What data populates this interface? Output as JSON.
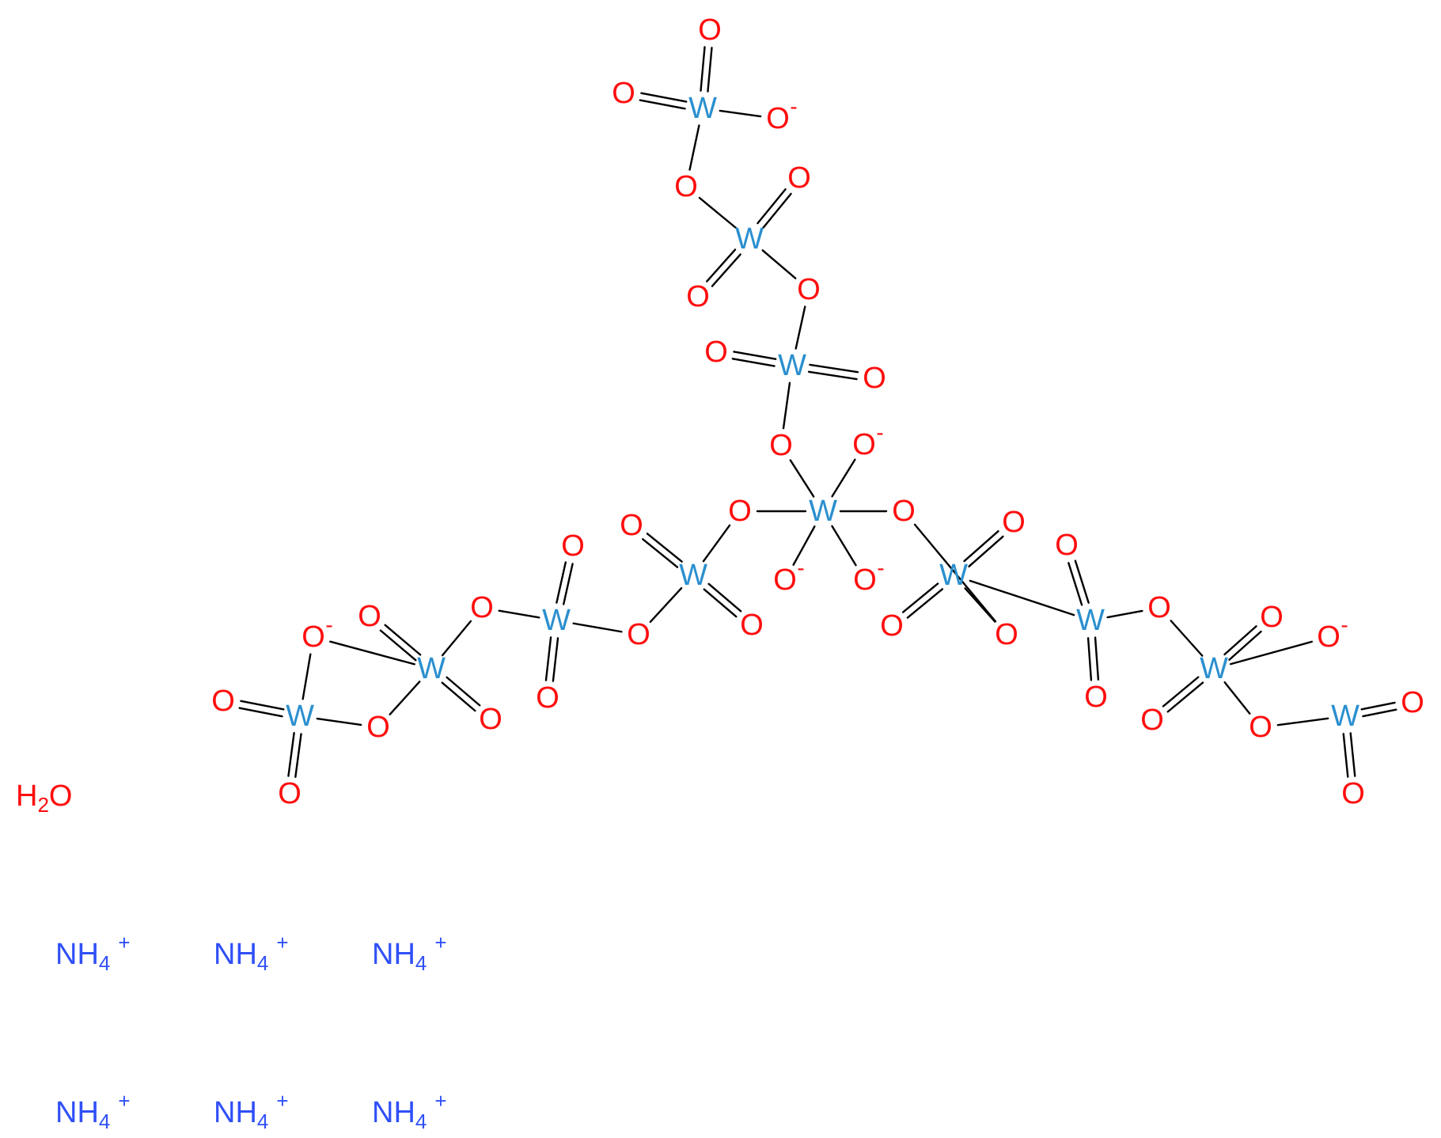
{
  "colors": {
    "W": "#2a8fcf",
    "O": "#ff0d0d",
    "N": "#3050f8",
    "bond": "#000000"
  },
  "molecule": {
    "atoms": [
      {
        "id": 1,
        "el": "W"
      },
      {
        "id": 2,
        "el": "O"
      },
      {
        "id": 3,
        "el": "O"
      },
      {
        "id": 4,
        "el": "O",
        "charge": "-"
      },
      {
        "id": 5,
        "el": "O"
      },
      {
        "id": 6,
        "el": "W"
      },
      {
        "id": 7,
        "el": "O"
      },
      {
        "id": 8,
        "el": "O"
      },
      {
        "id": 9,
        "el": "O"
      },
      {
        "id": 10,
        "el": "W"
      },
      {
        "id": 11,
        "el": "O"
      },
      {
        "id": 12,
        "el": "O"
      },
      {
        "id": 13,
        "el": "O"
      },
      {
        "id": 14,
        "el": "W"
      },
      {
        "id": 15,
        "el": "O",
        "charge": "-"
      },
      {
        "id": 16,
        "el": "O",
        "charge": "-"
      },
      {
        "id": 17,
        "el": "O",
        "charge": "-"
      },
      {
        "id": 18,
        "el": "O"
      },
      {
        "id": 19,
        "el": "O"
      },
      {
        "id": 20,
        "el": "W"
      },
      {
        "id": 21,
        "el": "O"
      },
      {
        "id": 22,
        "el": "O"
      },
      {
        "id": 23,
        "el": "O"
      },
      {
        "id": 24,
        "el": "W"
      },
      {
        "id": 25,
        "el": "O"
      },
      {
        "id": 26,
        "el": "O"
      },
      {
        "id": 27,
        "el": "O"
      },
      {
        "id": 28,
        "el": "W"
      },
      {
        "id": 29,
        "el": "O"
      },
      {
        "id": 30,
        "el": "O"
      },
      {
        "id": 31,
        "el": "O",
        "charge": "-"
      },
      {
        "id": 32,
        "el": "O"
      },
      {
        "id": 33,
        "el": "W"
      },
      {
        "id": 34,
        "el": "O"
      },
      {
        "id": 35,
        "el": "O"
      },
      {
        "id": 36,
        "el": "W"
      },
      {
        "id": 37,
        "el": "O"
      },
      {
        "id": 38,
        "el": "O"
      },
      {
        "id": 39,
        "el": "O"
      },
      {
        "id": 40,
        "el": "W"
      },
      {
        "id": 41,
        "el": "O"
      },
      {
        "id": 42,
        "el": "O"
      },
      {
        "id": 43,
        "el": "O",
        "charge": "-"
      },
      {
        "id": 44,
        "el": "O"
      },
      {
        "id": 45,
        "el": "W"
      },
      {
        "id": 46,
        "el": "O"
      },
      {
        "id": 47,
        "el": "O"
      }
    ],
    "bonds": [
      [
        1,
        2,
        2
      ],
      [
        1,
        3,
        2
      ],
      [
        1,
        4,
        1
      ],
      [
        1,
        5,
        1
      ],
      [
        5,
        6,
        1
      ],
      [
        6,
        7,
        2
      ],
      [
        6,
        8,
        2
      ],
      [
        6,
        9,
        1
      ],
      [
        9,
        10,
        1
      ],
      [
        10,
        11,
        2
      ],
      [
        10,
        12,
        2
      ],
      [
        10,
        13,
        1
      ],
      [
        13,
        14,
        1
      ],
      [
        14,
        15,
        1
      ],
      [
        14,
        16,
        1
      ],
      [
        14,
        17,
        1
      ],
      [
        14,
        18,
        1
      ],
      [
        14,
        19,
        1
      ],
      [
        18,
        20,
        1
      ],
      [
        20,
        21,
        2
      ],
      [
        20,
        22,
        2
      ],
      [
        20,
        23,
        1
      ],
      [
        23,
        24,
        1
      ],
      [
        24,
        25,
        2
      ],
      [
        24,
        26,
        2
      ],
      [
        24,
        27,
        1
      ],
      [
        27,
        28,
        1
      ],
      [
        28,
        29,
        2
      ],
      [
        28,
        30,
        2
      ],
      [
        28,
        31,
        1
      ],
      [
        19,
        32,
        1
      ],
      [
        32,
        33,
        1
      ],
      [
        33,
        34,
        2
      ],
      [
        33,
        35,
        2
      ],
      [
        33,
        36,
        1
      ],
      [
        36,
        37,
        2
      ],
      [
        36,
        38,
        2
      ],
      [
        36,
        39,
        1
      ],
      [
        39,
        40,
        1
      ],
      [
        40,
        41,
        2
      ],
      [
        40,
        42,
        2
      ],
      [
        40,
        43,
        1
      ],
      [
        40,
        44,
        1
      ],
      [
        44,
        45,
        1
      ],
      [
        45,
        46,
        2
      ],
      [
        45,
        47,
        2
      ]
    ]
  },
  "water": {
    "prefix": "H",
    "sub": "2",
    "suffix": "O"
  },
  "cations": [
    {
      "base": "NH",
      "sub": "4",
      "charge": "+"
    },
    {
      "base": "NH",
      "sub": "4",
      "charge": "+"
    },
    {
      "base": "NH",
      "sub": "4",
      "charge": "+"
    },
    {
      "base": "NH",
      "sub": "4",
      "charge": "+"
    },
    {
      "base": "NH",
      "sub": "4",
      "charge": "+"
    },
    {
      "base": "NH",
      "sub": "4",
      "charge": "+"
    }
  ]
}
